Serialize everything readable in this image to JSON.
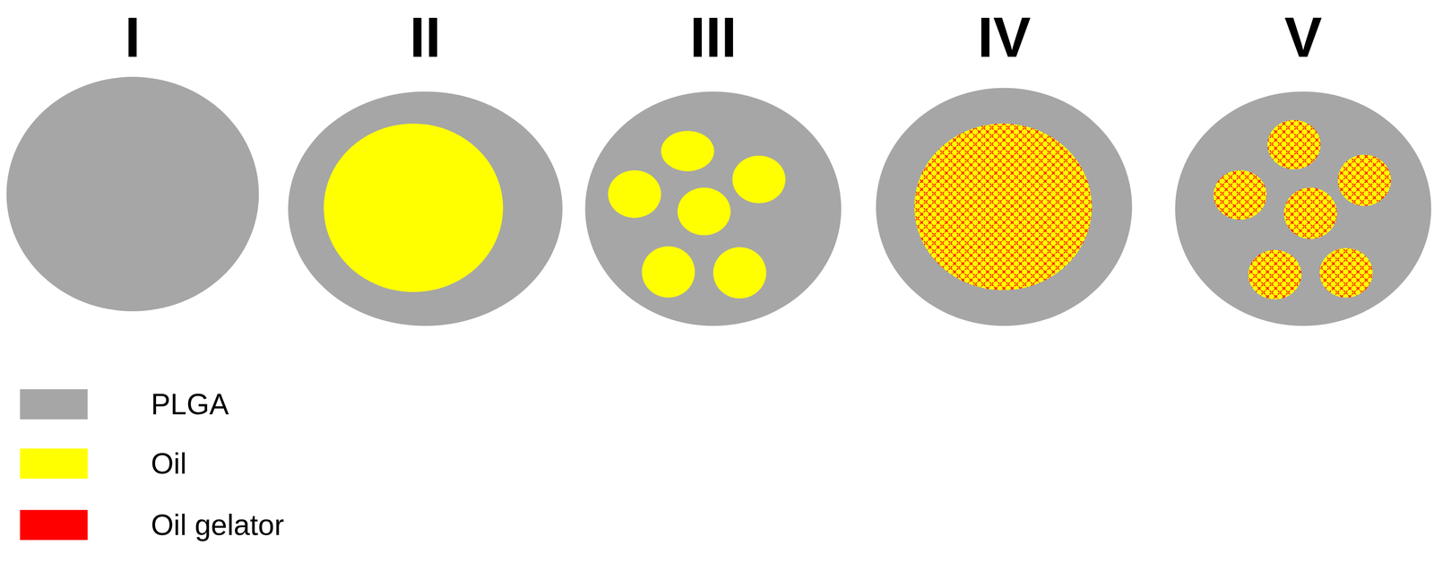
{
  "diagram": {
    "nodes": [
      {
        "text": [
          "I"
        ]
      },
      {
        "text": [
          "II"
        ]
      },
      {
        "text": [
          "III"
        ]
      },
      {
        "text": [
          "IV"
        ]
      },
      {
        "text": [
          "V"
        ]
      }
    ],
    "legend": [
      {
        "text": "PLGA",
        "color": "#a6a6a6"
      },
      {
        "text": "Oil",
        "color": "#ffff00"
      },
      {
        "text": "Oil gelator",
        "color": "#ff0000"
      }
    ]
  }
}
